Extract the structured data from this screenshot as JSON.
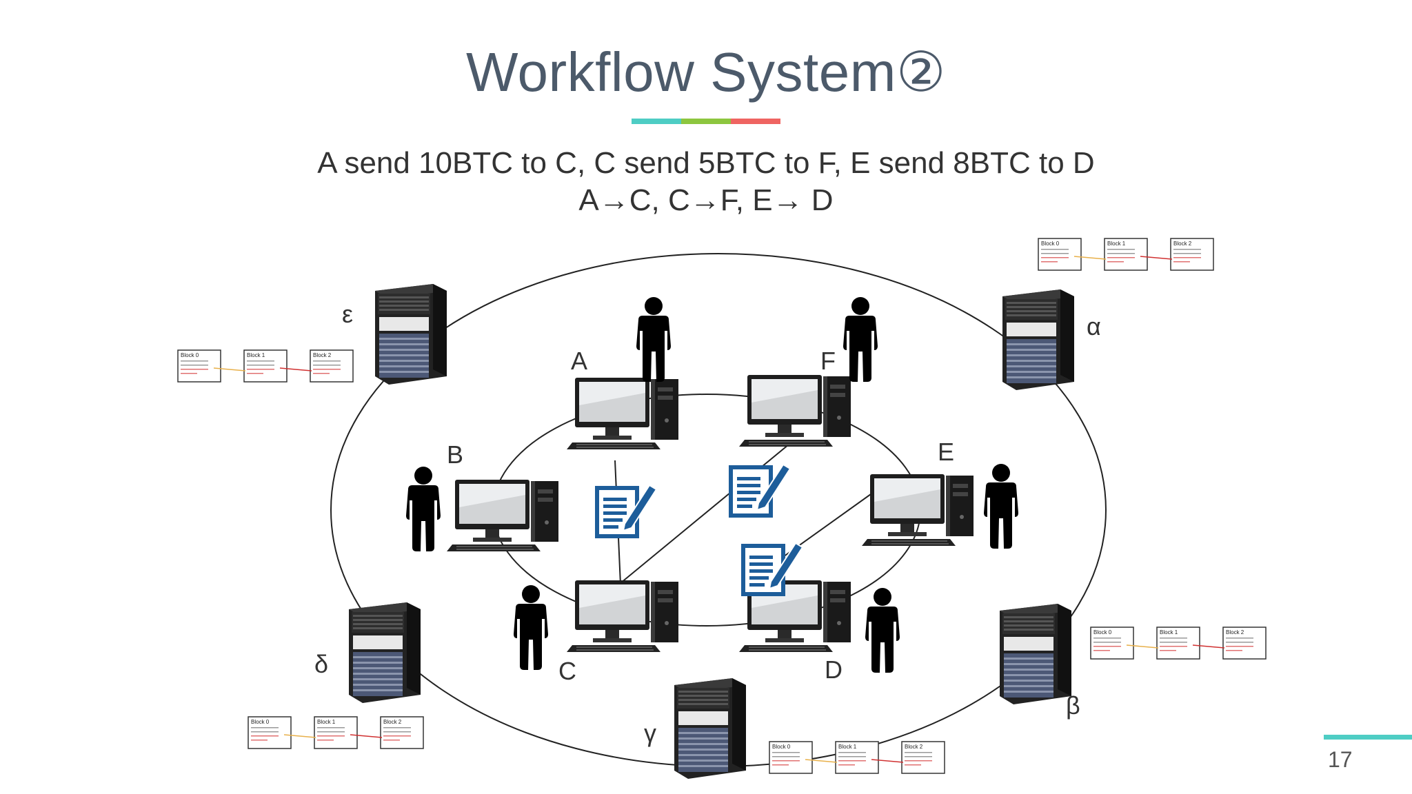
{
  "slide": {
    "title": "Workflow System②",
    "title_bar_colors": [
      "#4ecdc4",
      "#8dc63f",
      "#ef6461"
    ],
    "subtitle_line1": "A send 10BTC to C, C send 5BTC to F, E send 8BTC to D",
    "subtitle_line2": "A→C, C→F, E→ D",
    "page_number": "17",
    "accent_color": "#4ecdc4"
  },
  "clients": [
    {
      "id": "A",
      "label": "A"
    },
    {
      "id": "F",
      "label": "F"
    },
    {
      "id": "B",
      "label": "B"
    },
    {
      "id": "E",
      "label": "E"
    },
    {
      "id": "C",
      "label": "C"
    },
    {
      "id": "D",
      "label": "D"
    }
  ],
  "nodes": [
    {
      "id": "epsilon",
      "label": "ε"
    },
    {
      "id": "alpha",
      "label": "α"
    },
    {
      "id": "delta",
      "label": "δ"
    },
    {
      "id": "gamma",
      "label": "γ"
    },
    {
      "id": "beta",
      "label": "β"
    }
  ],
  "blockchain": {
    "blocks": [
      "Block 0",
      "Block 1",
      "Block 2"
    ]
  },
  "icons": {
    "person": "person-icon",
    "computer": "desktop-computer-icon",
    "server": "server-tower-icon",
    "transaction": "document-edit-icon"
  }
}
